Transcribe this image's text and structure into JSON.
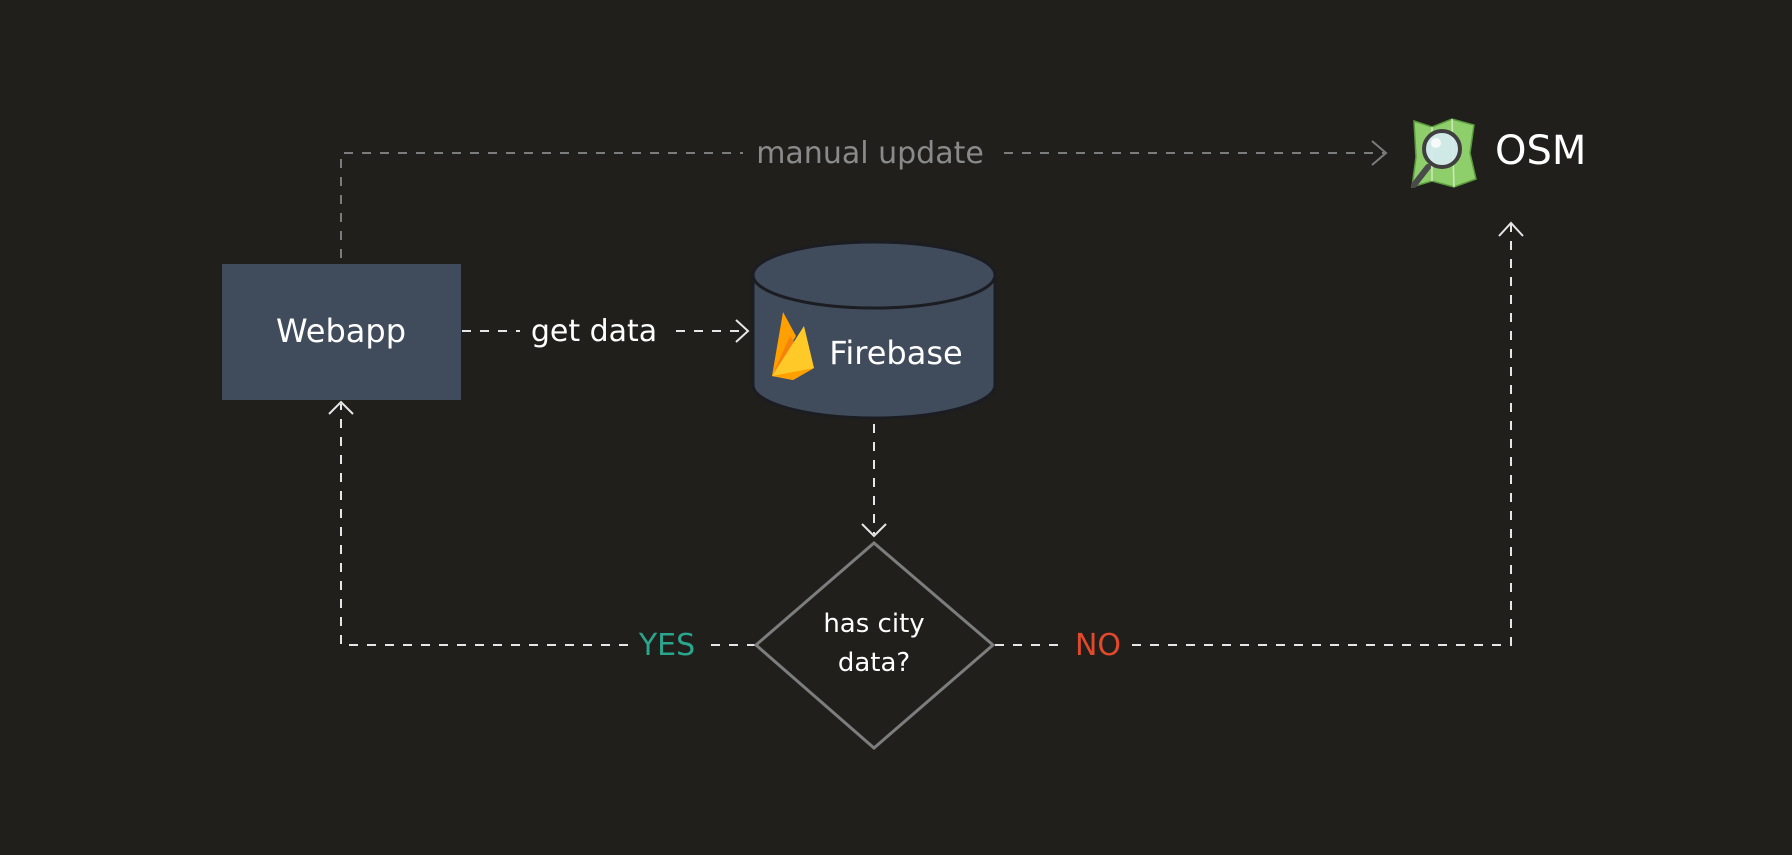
{
  "nodes": {
    "webapp": {
      "label": "Webapp"
    },
    "firebase": {
      "label": "Firebase"
    },
    "decision": {
      "line1": "has city",
      "line2": "data?"
    },
    "osm": {
      "label": "OSM"
    }
  },
  "edges": {
    "manual_update": {
      "label": "manual update"
    },
    "get_data": {
      "label": "get data"
    },
    "yes": {
      "label": "YES"
    },
    "no": {
      "label": "NO"
    }
  },
  "icons": {
    "firebase": "firebase-flame-icon",
    "osm": "osm-magnifier-map-icon"
  },
  "colors": {
    "background": "#201f1c",
    "node_fill": "#404b5b",
    "text": "#ffffff",
    "muted_text": "#8a8a8a",
    "line": "#e6e6e6",
    "muted_line": "#7c7c7c",
    "decision_stroke": "#7d7d7d",
    "yes": "#2aa68d",
    "no": "#e2492b",
    "firebase_orange": "#f5820d",
    "firebase_yellow": "#ffca28",
    "osm_green": "#8ecf6b"
  }
}
